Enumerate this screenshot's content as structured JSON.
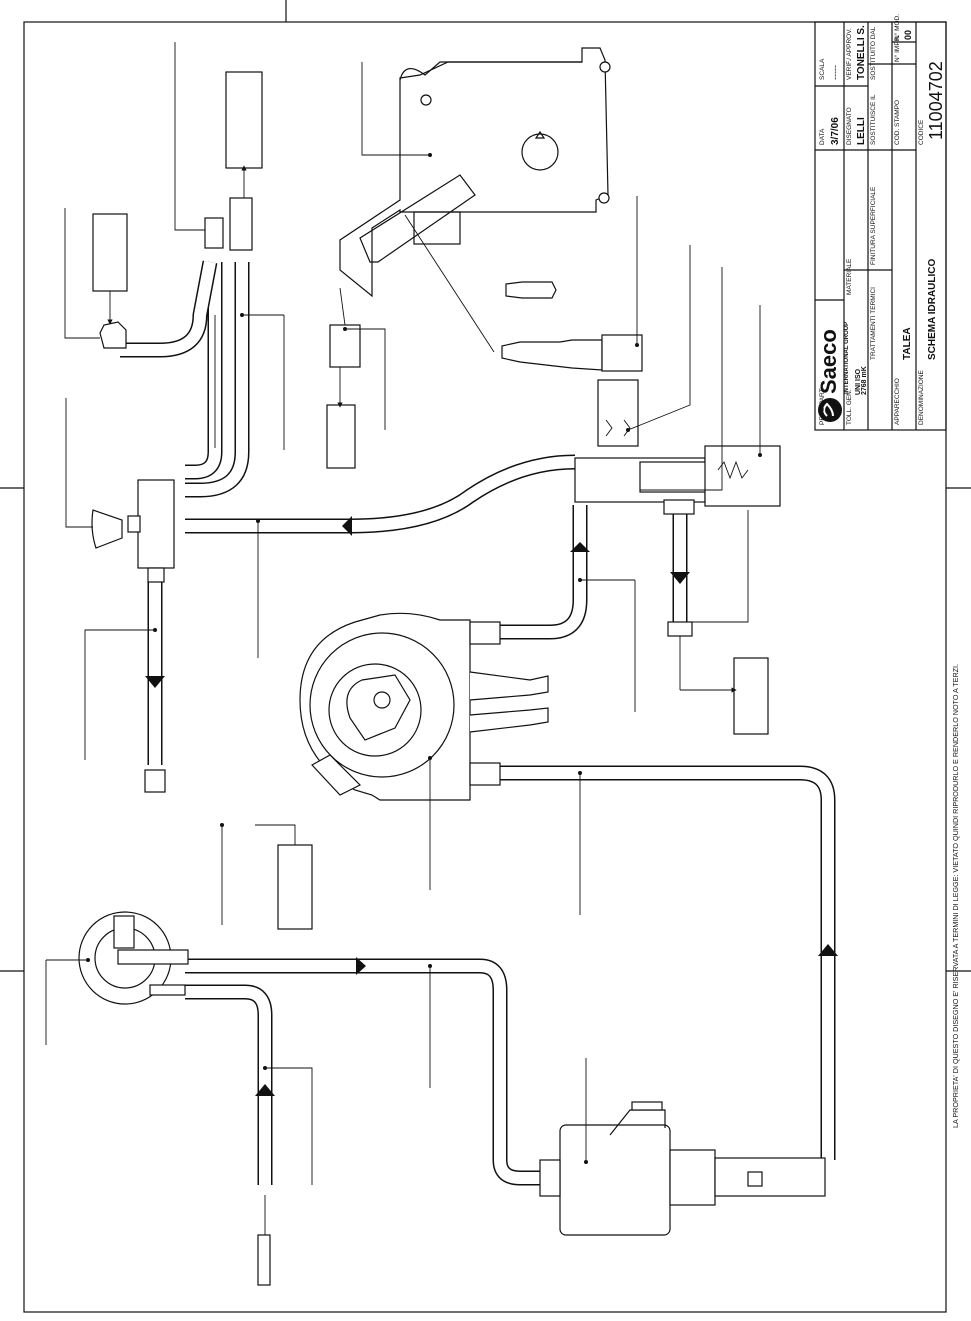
{
  "title_block": {
    "brand": "Saeco",
    "brand_sub": "INTERNATIONAL GROUP",
    "fields": {
      "data_label": "DATA",
      "data_value": "3/7/06",
      "scala_label": "SCALA",
      "scala_value": "-----",
      "disegnato_label": "DISEGNATO",
      "disegnato_value": "LELLI",
      "verif_label": "VERIF./ APPROV.",
      "verif_value": "TONELLI S.",
      "peso_label": "PESO PART.",
      "materiale_label": "MATERIALE",
      "sostituisce_label": "SOSTITUISCE IL",
      "sostituito_label": "SOSTITUITO DAL",
      "toll_label": "TOLL. GEN.",
      "toll_value_1": "UNI ISO",
      "toll_value_2": "2768 mK",
      "trattamenti_label": "TRATTAMENTI TERMICI",
      "finitura_label": "FINITURA SUPERFICIALE",
      "cod_stampo_label": "COD. STAMPO",
      "n_impr_label": "N° IMPR.",
      "n_mod_label": "N° MOD.",
      "n_mod_value": "00",
      "apparecchio_label": "APPARECCHIO",
      "apparecchio_value": "TALEA",
      "denominazione_label": "DENOMINAZIONE",
      "denominazione_value": "SCHEMA IDRAULICO",
      "codice_label": "CODICE",
      "codice_value": "11004702"
    },
    "disclaimer": "LA PROPRIETA' DI QUESTO DISEGNO E' RISERVATA A TERMINI DI LEGGE: VIETATO QUINDI RIPRODURLO E RENDERLO NOTO A TERZI."
  }
}
